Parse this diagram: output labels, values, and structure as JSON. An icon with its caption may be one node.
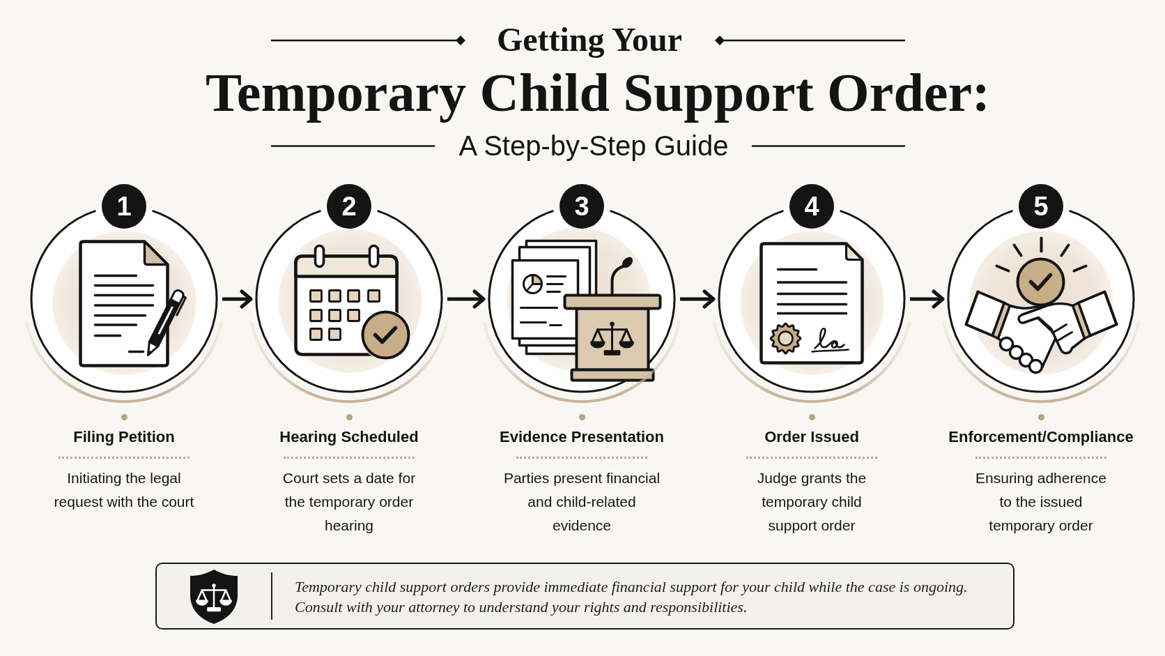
{
  "diagram": {
    "title": "Temporary Child Support Order:",
    "nodes": [
      {
        "text": [
          "1"
        ],
        "beside": [
          "Filing Petition",
          "Initiating the legal request with the court"
        ]
      },
      {
        "text": [
          "2"
        ],
        "beside": [
          "Hearing Scheduled",
          "Court sets a date for the temporary order hearing"
        ]
      },
      {
        "text": [
          "3"
        ],
        "beside": [
          "Evidence Presentation",
          "Parties present financial and child-related evidence"
        ]
      },
      {
        "text": [
          "4"
        ],
        "beside": [
          "Order Issued",
          "Judge grants the temporary child support order"
        ]
      },
      {
        "text": [
          "5"
        ],
        "beside": [
          "Enforcement/Compliance",
          "Ensuring adherence to the issued temporary order"
        ]
      },
      {
        "text": [
          "Temporary child support orders provide immediate financial support for your child while the case is ongoing. Consult with your attorney to understand your rights and responsibilities."
        ]
      }
    ],
    "edges": [
      {
        "from": 0,
        "to": 1,
        "arrow": "to"
      },
      {
        "from": 1,
        "to": 2,
        "arrow": "to"
      },
      {
        "from": 2,
        "to": 3,
        "arrow": "to"
      },
      {
        "from": 3,
        "to": 4,
        "arrow": "to"
      }
    ],
    "labels": [
      "Getting Your",
      "A Step-by-Step Guide"
    ]
  }
}
